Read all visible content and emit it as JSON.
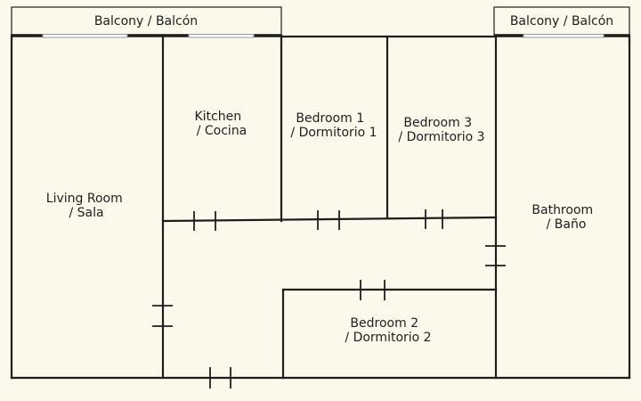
{
  "balconies": {
    "left": "Balcony / Balcón",
    "right": "Balcony / Balcón"
  },
  "rooms": {
    "living_room": {
      "line1": "Living Room",
      "line2": "/ Sala"
    },
    "kitchen": {
      "line1": "Kitchen",
      "line2": "/ Cocina"
    },
    "bedroom_1": {
      "line1": "Bedroom 1",
      "line2": "/ Dormitorio 1"
    },
    "bedroom_3": {
      "line1": "Bedroom 3",
      "line2": "/ Dormitorio 3"
    },
    "bathroom": {
      "line1": "Bathroom",
      "line2": "/ Baño"
    },
    "bedroom_2": {
      "line1": "Bedroom 2",
      "line2": "/ Dormitorio 2"
    }
  },
  "colors": {
    "background": "#fbf8ec",
    "walls": "#1e1e1e",
    "window": "#ffffff"
  }
}
